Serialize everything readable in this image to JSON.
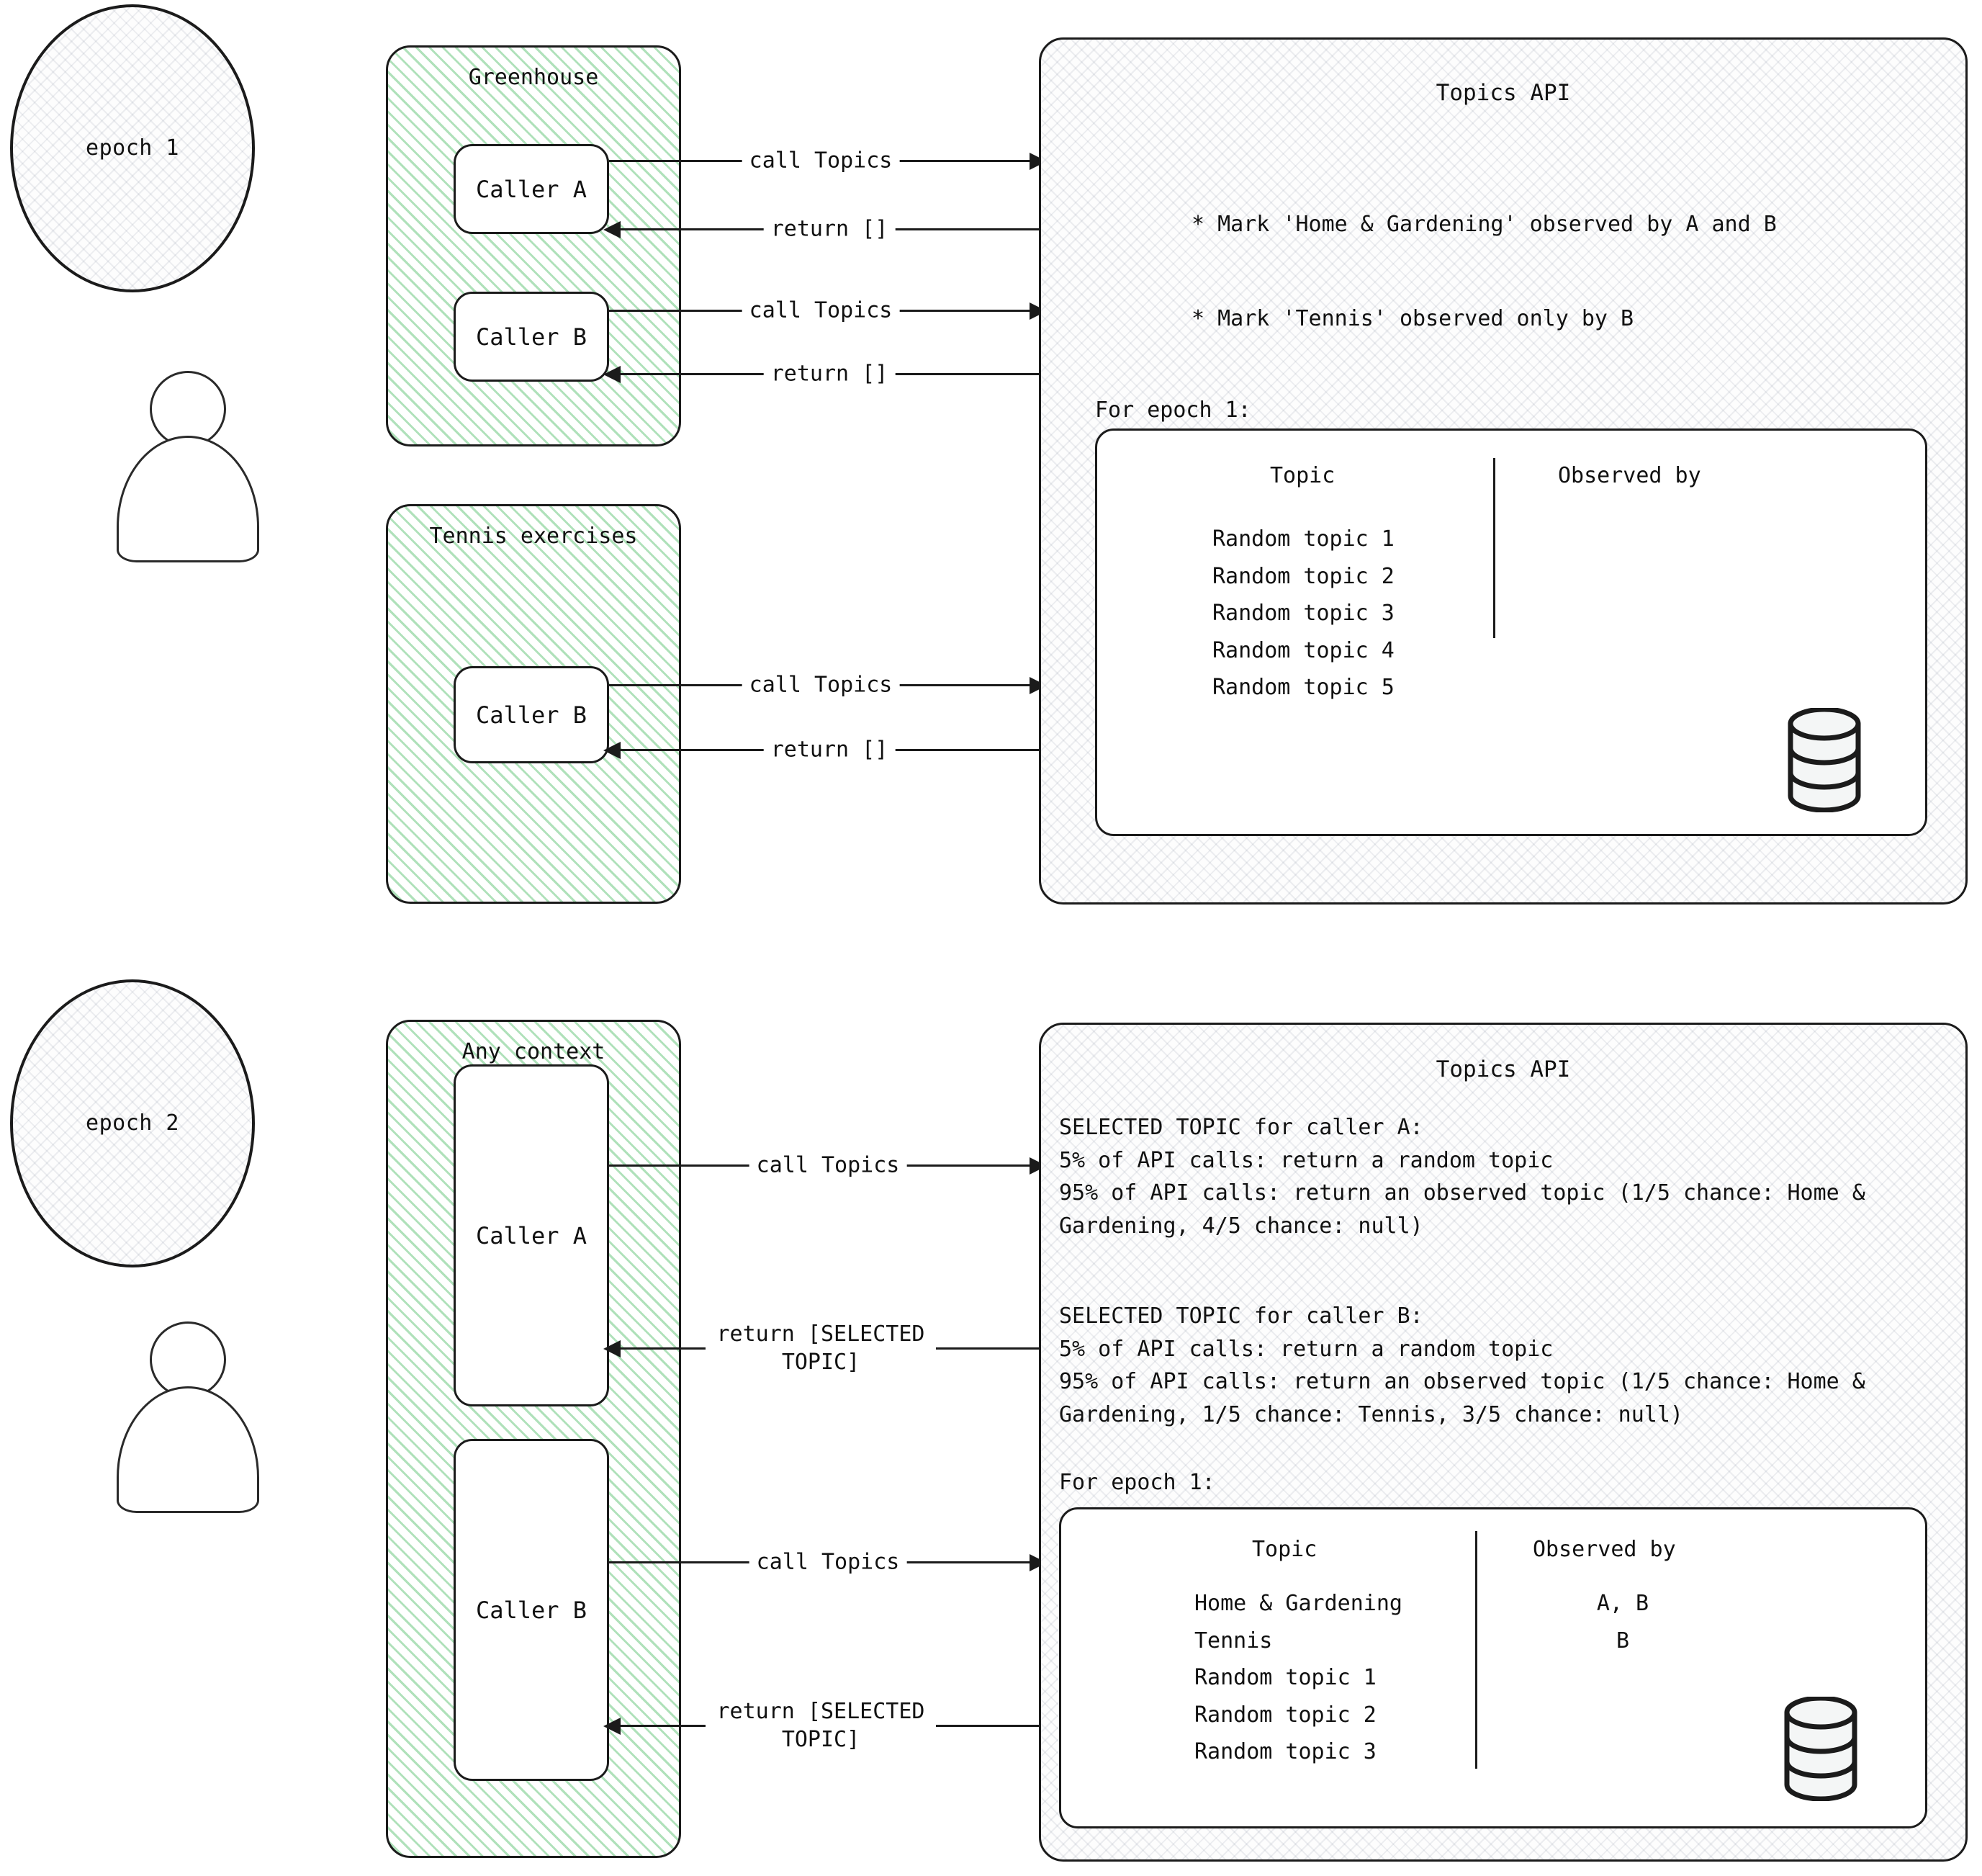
{
  "diagram": {
    "title": "Topics API epochs diagram",
    "accent_green": "#6ec882",
    "ink": "#1b1b1b"
  },
  "epochs": [
    {
      "id": "epoch-1",
      "label": "epoch 1",
      "contexts": [
        {
          "name": "Greenhouse",
          "callers": [
            {
              "label": "Caller A",
              "call": "call Topics",
              "return": "return []"
            },
            {
              "label": "Caller B",
              "call": "call Topics",
              "return": "return []"
            }
          ]
        },
        {
          "name": "Tennis exercises",
          "callers": [
            {
              "label": "Caller B",
              "call": "call Topics",
              "return": "return []"
            }
          ]
        }
      ],
      "api": {
        "title": "Topics API",
        "bullets": [
          "* Mark 'Home & Gardening' observed by A and B",
          "* Mark 'Tennis' observed only by B"
        ],
        "table_caption": "For epoch 1:",
        "table": {
          "columns": [
            "Topic",
            "Observed by"
          ],
          "rows": [
            {
              "topic": "Random topic 1",
              "observed_by": ""
            },
            {
              "topic": "Random topic 2",
              "observed_by": ""
            },
            {
              "topic": "Random topic 3",
              "observed_by": ""
            },
            {
              "topic": "Random topic 4",
              "observed_by": ""
            },
            {
              "topic": "Random topic 5",
              "observed_by": ""
            }
          ]
        },
        "storage_icon": "database-cylinder-icon"
      }
    },
    {
      "id": "epoch-2",
      "label": "epoch 2",
      "contexts": [
        {
          "name": "Any context",
          "callers": [
            {
              "label": "Caller A",
              "call": "call Topics",
              "return": "return [SELECTED TOPIC]"
            },
            {
              "label": "Caller B",
              "call": "call Topics",
              "return": "return [SELECTED TOPIC]"
            }
          ]
        }
      ],
      "api": {
        "title": "Topics API",
        "paragraphs": [
          {
            "heading": "SELECTED TOPIC for caller A:",
            "lines": [
              "5% of API calls: return a random topic",
              "95% of API calls: return an observed topic (1/5 chance: Home & Gardening, 4/5 chance: null)"
            ]
          },
          {
            "heading": "SELECTED TOPIC for caller B:",
            "lines": [
              "5% of API calls: return a random topic",
              "95% of API calls: return an observed topic (1/5 chance: Home & Gardening, 1/5 chance: Tennis,  3/5 chance: null)"
            ]
          }
        ],
        "table_caption": "For epoch 1:",
        "table": {
          "columns": [
            "Topic",
            "Observed by"
          ],
          "rows": [
            {
              "topic": "Home & Gardening",
              "observed_by": "A, B"
            },
            {
              "topic": "Tennis",
              "observed_by": "B"
            },
            {
              "topic": "Random topic 1",
              "observed_by": ""
            },
            {
              "topic": "Random topic 2",
              "observed_by": ""
            },
            {
              "topic": "Random topic 3",
              "observed_by": ""
            }
          ]
        },
        "storage_icon": "database-cylinder-icon"
      }
    }
  ],
  "icons": {
    "user": "user-person-icon",
    "database": "database-cylinder-icon"
  }
}
